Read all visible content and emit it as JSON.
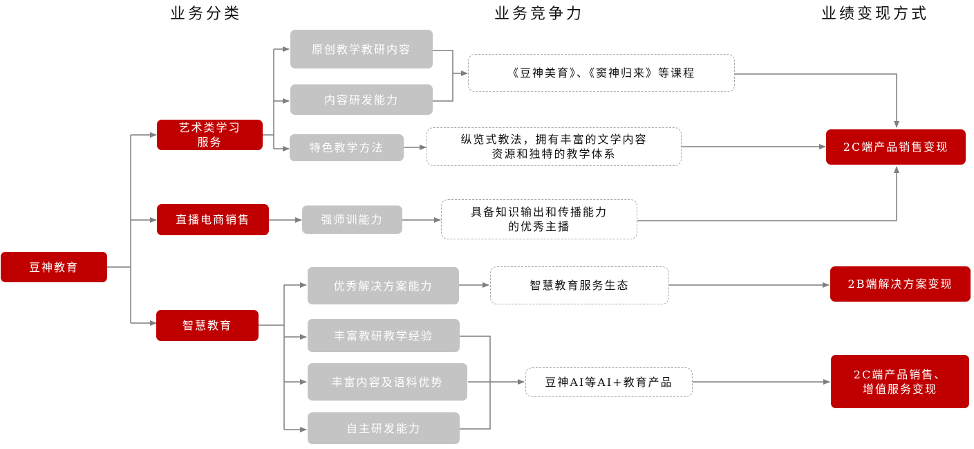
{
  "headers": {
    "col1": "业务分类",
    "col2": "业务竞争力",
    "col3": "业绩变现方式"
  },
  "root": {
    "label": "豆神教育"
  },
  "categories": [
    {
      "label": "艺术类学习\n服务"
    },
    {
      "label": "直播电商销售"
    },
    {
      "label": "智慧教育"
    }
  ],
  "capabilities": [
    {
      "label": "原创教学教研内容"
    },
    {
      "label": "内容研发能力"
    },
    {
      "label": "特色教学方法"
    },
    {
      "label": "强师训能力"
    },
    {
      "label": "优秀解决方案能力"
    },
    {
      "label": "丰富教研教学经验"
    },
    {
      "label": "丰富内容及语料优势"
    },
    {
      "label": "自主研发能力"
    }
  ],
  "outcomes": [
    {
      "label": "《豆神美育》、《窦神归来》等课程"
    },
    {
      "label": "纵览式教法，拥有丰富的文学内容\n资源和独特的教学体系"
    },
    {
      "label": "具备知识输出和传播能力\n的优秀主播"
    },
    {
      "label": "智慧教育服务生态"
    },
    {
      "label": "豆神AI等AI+教育产品"
    }
  ],
  "monetization": [
    {
      "label": "2C端产品销售变现"
    },
    {
      "label": "2B端解决方案变现"
    },
    {
      "label": "2C端产品销售、\n增值服务变现"
    }
  ],
  "colors": {
    "primary_red": "#c00000",
    "capability_gray": "#c4c4c4",
    "connector": "#7f7f7f"
  }
}
